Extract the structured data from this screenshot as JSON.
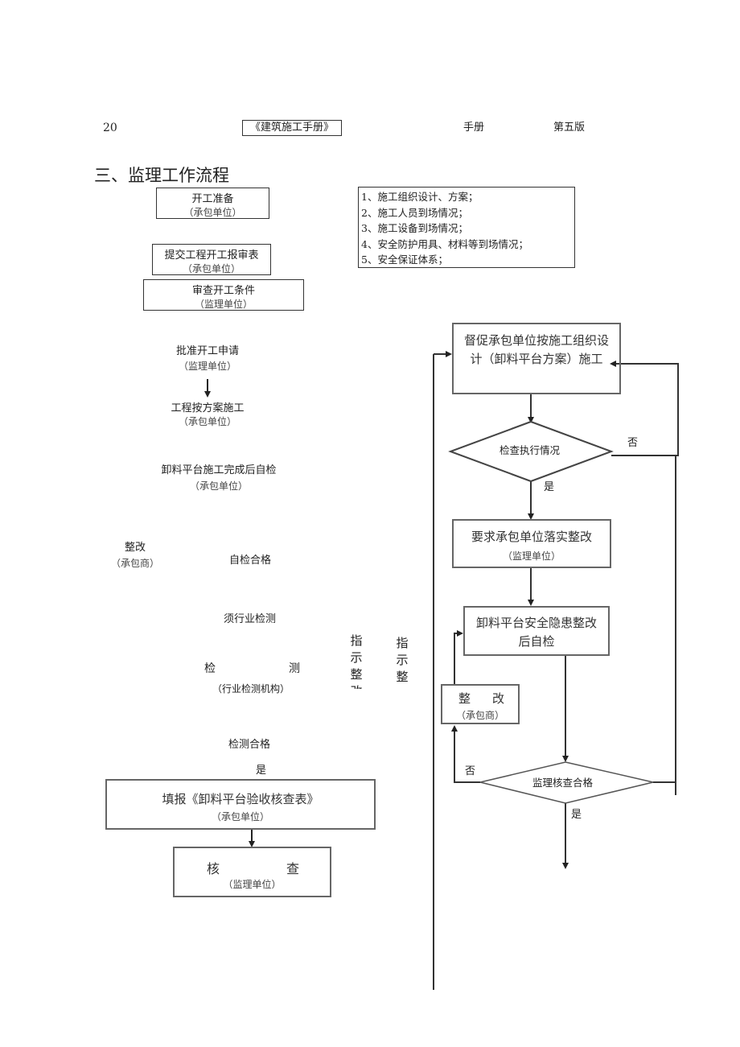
{
  "header": {
    "page_number": "20",
    "book_title": "《建筑施工手册》",
    "manual": "手册",
    "edition": "第五版"
  },
  "section_title": "三、监理工作流程",
  "left_flow": {
    "start": {
      "title": "开工准备",
      "unit": "（承包单位）"
    },
    "submit": {
      "title": "提交工程开工报审表",
      "unit": "（承包单位）"
    },
    "review": {
      "title": "审查开工条件",
      "unit": "（监理单位）"
    },
    "approve": {
      "title": "批准开工申请",
      "unit": "（监理单位）"
    },
    "construct": {
      "title": "工程按方案施工",
      "unit": "（承包单位）"
    },
    "selfcheck": {
      "title": "卸料平台施工完成后自检",
      "unit": "（承包单位）"
    },
    "rectify": {
      "title": "整改",
      "unit": "（承包商）"
    },
    "selfcheck_pass": "自检合格",
    "industry_required": "须行业检测",
    "inspect_a": "检",
    "inspect_b": "测",
    "inspect_unit": "（行业检测机构）",
    "instruct_1": "指示整改",
    "instruct_2": "指示整改",
    "inspect_pass": "检测合格",
    "yes": "是",
    "fill_form": {
      "title": "填报《卸料平台验收核查表》",
      "unit": "（承包单位）"
    },
    "verify": {
      "title_a": "核",
      "title_b": "查",
      "unit": "（监理单位）"
    }
  },
  "checklist": [
    "1、施工组织设计、方案；",
    "2、施工人员到场情况；",
    "3、施工设备到场情况；",
    "4、安全防护用具、材料等到场情况；",
    "5、安全保证体系；"
  ],
  "right_flow": {
    "supervise": "督促承包单位按施工组织设计（卸料平台方案）施工",
    "check_exec": "检查执行情况",
    "no_1": "否",
    "yes_1": "是",
    "require": {
      "title": "要求承包单位落实整改",
      "unit": "（监理单位）"
    },
    "hazard": "卸料平台安全隐患整改后自检",
    "rectify": {
      "title_a": "整",
      "title_b": "改",
      "unit": "（承包商）"
    },
    "no_2": "否",
    "check_pass": "监理核查合格",
    "yes_2": "是"
  }
}
